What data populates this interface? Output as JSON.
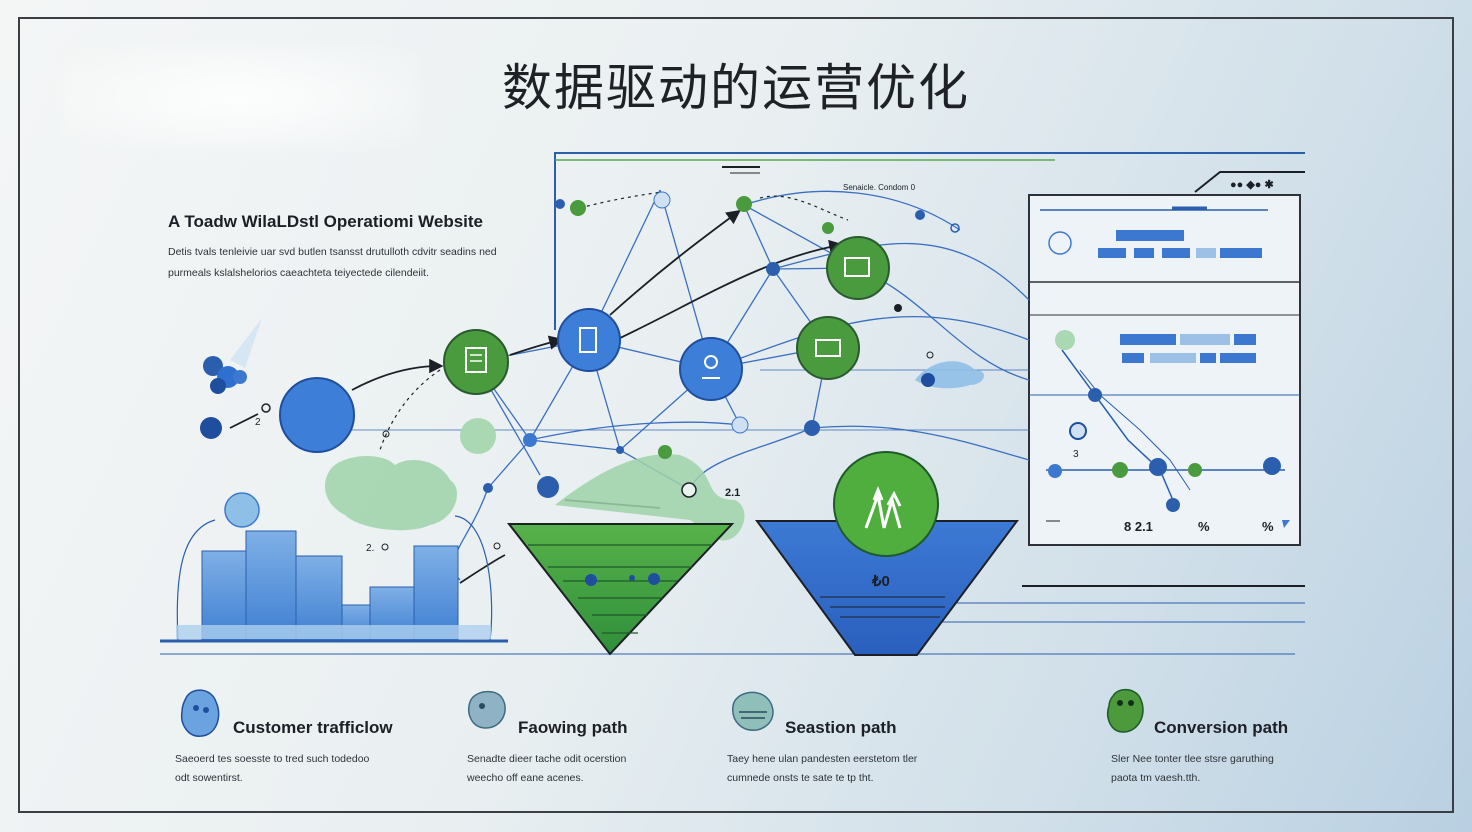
{
  "title": "数据驱动的运营优化",
  "intro": {
    "heading": "A Toadw WilaLDstl Operatiomi Website",
    "line1": "Detis tvals tenleivie uar svd butlen tsansst drutulloth cdvitr seadins ned",
    "line2": "purmeals kslalshelorios caeachteta teiyectede cilendeiit."
  },
  "funnel_left_label": "2.1",
  "funnel_right_label": "₺0",
  "panel": {
    "header": "Senaicle. Condom 0",
    "top_icons": "●● ◆● ✱",
    "bottom_values": [
      "8 2.1",
      "%",
      "%"
    ]
  },
  "small_labels": [
    "2",
    "3",
    "2."
  ],
  "paths": [
    {
      "name": "Customer trafficlow",
      "desc1": "Saeoerd tes soesste to tred such todedoo",
      "desc2": "odt sowentirst.",
      "color": "#4a86c8"
    },
    {
      "name": "Faowing path",
      "desc1": "Senadte dieer tache odit ocerstion",
      "desc2": "weecho off eane acenes.",
      "color": "#7fa6b8"
    },
    {
      "name": "Seastion path",
      "desc1": "Taey hene ulan pandesten eerstetom tler",
      "desc2": "cumnede onsts te sate te tp tht.",
      "color": "#6f9fa8"
    },
    {
      "name": "Conversion path",
      "desc1": "Sler Nee tonter tlee stsre garuthing",
      "desc2": "paota tm vaesh.tth.",
      "color": "#4c9a3c"
    }
  ],
  "colors": {
    "blue": "#3d78d0",
    "dark_blue": "#1f4e9e",
    "green": "#4a9a3e",
    "light_green": "#9fd2a8",
    "line": "#2b5fae"
  }
}
